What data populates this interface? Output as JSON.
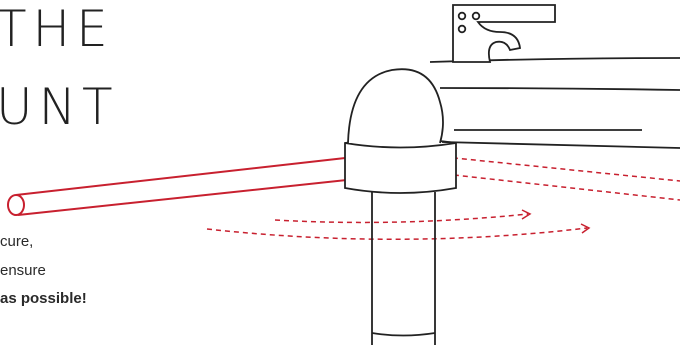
{
  "headline": {
    "line1": "THE",
    "line2": "UNT"
  },
  "body": {
    "line1": "cure,",
    "line2": "ensure",
    "line3": "as possible!"
  },
  "colors": {
    "accent": "#c8202f",
    "ink": "#222222",
    "background": "#ffffff"
  }
}
